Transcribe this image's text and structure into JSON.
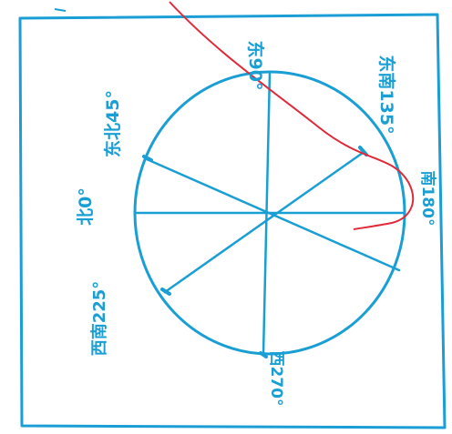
{
  "colors": {
    "ink": "#1a9fd4",
    "frame": "#1b9ed6",
    "curve": "#e02a3a",
    "paper": "#ffffff"
  },
  "labels": {
    "north": "北0°",
    "northeast": "东北45°",
    "east": "东90°",
    "southeast": "东南135°",
    "south": "南180°",
    "southwest": "西南225°",
    "west": "西270°"
  }
}
